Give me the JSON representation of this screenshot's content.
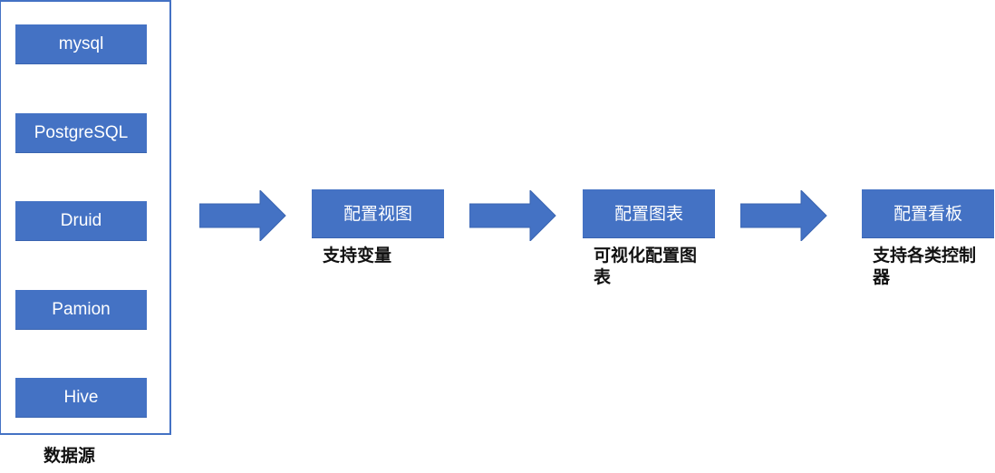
{
  "colors": {
    "box_fill": "#4472C4",
    "frame_border": "#4472C4",
    "arrow_fill": "#4472C4",
    "box_text": "#FFFFFF",
    "caption_text": "#111111"
  },
  "datasources": {
    "caption": "数据源",
    "items": [
      "mysql",
      "PostgreSQL",
      "Druid",
      "Pamion",
      "Hive"
    ]
  },
  "steps": [
    {
      "label": "配置视图",
      "note": "支持变量"
    },
    {
      "label": "配置图表",
      "note": "可视化配置图表"
    },
    {
      "label": "配置看板",
      "note": "支持各类控制器"
    }
  ],
  "connectors": {
    "icon": "right-arrow-icon",
    "count": 3
  }
}
